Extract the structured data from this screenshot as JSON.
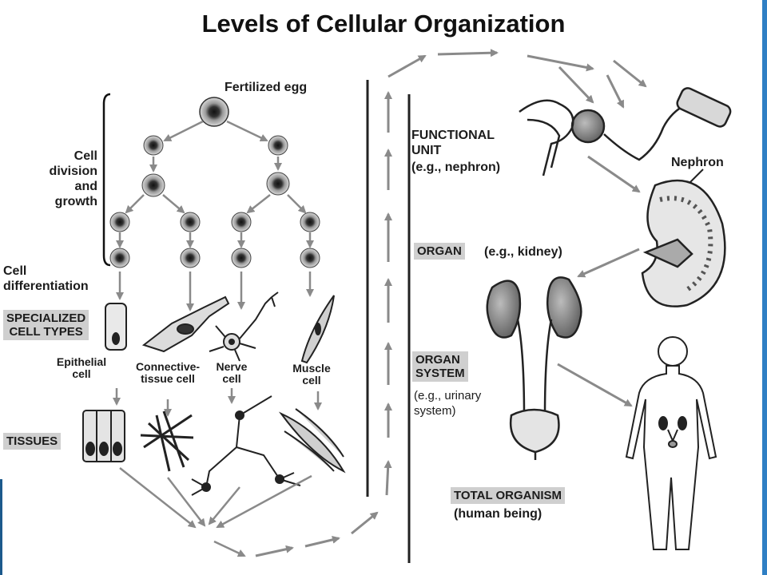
{
  "title": "Levels of Cellular Organization",
  "labels": {
    "fertilized_egg": "Fertilized egg",
    "cell_division": "Cell\ndivision\nand\ngrowth",
    "cell_differentiation": "Cell\ndifferentiation",
    "specialized": "SPECIALIZED\nCELL TYPES",
    "epithelial": "Epithelial\ncell",
    "connective": "Connective-\ntissue cell",
    "nerve": "Nerve\ncell",
    "muscle": "Muscle\ncell",
    "tissues": "TISSUES",
    "functional_unit": "FUNCTIONAL\nUNIT",
    "functional_unit_eg": "(e.g., nephron)",
    "nephron": "Nephron",
    "organ": "ORGAN",
    "organ_eg": "(e.g., kidney)",
    "organ_system": "ORGAN\nSYSTEM",
    "organ_system_eg": "(e.g., urinary\nsystem)",
    "total_organism": "TOTAL ORGANISM",
    "total_organism_eg": "(human being)"
  },
  "colors": {
    "arrow": "#8a8a8a",
    "tag_bg": "#cfcfcf",
    "accent_edge": "#2f7fc4"
  }
}
